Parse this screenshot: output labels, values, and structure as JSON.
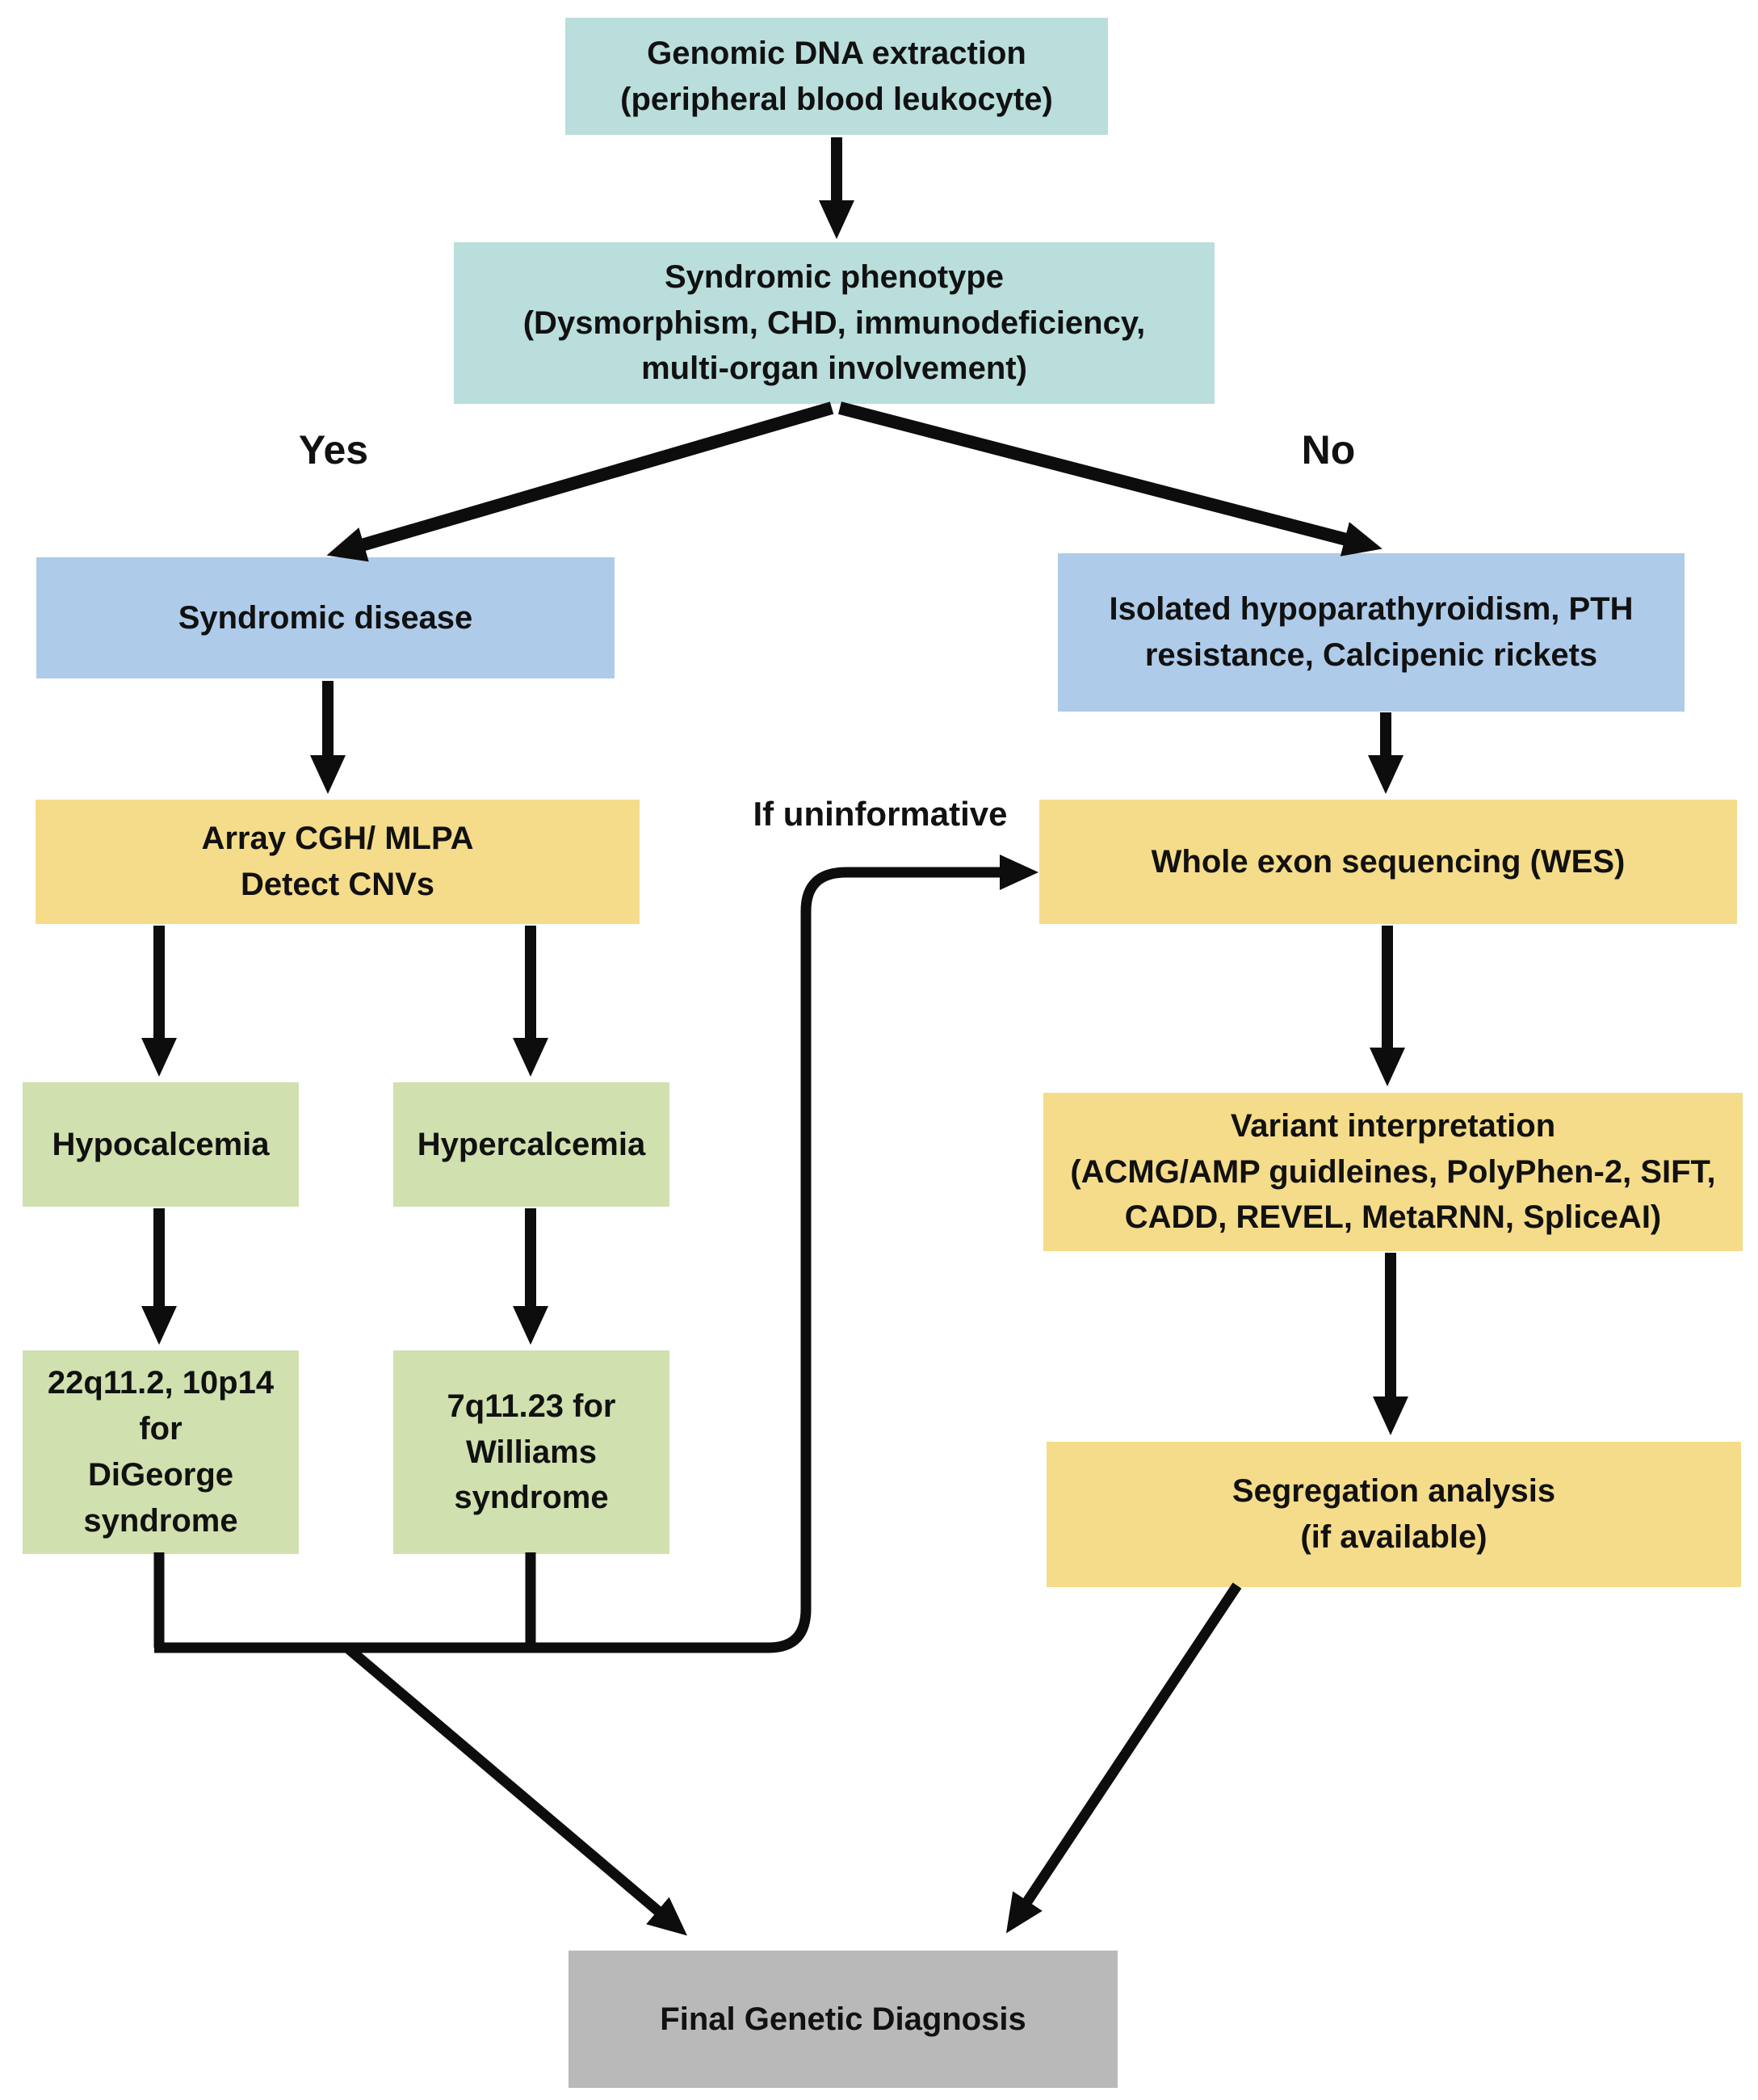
{
  "palette": {
    "teal": "#b9dedc",
    "blue": "#aecbe9",
    "yellow": "#f5dc8a",
    "green": "#d0e0ae",
    "gray": "#b9b9b9",
    "arrow": "#0d0d0d",
    "text": "#111111",
    "background": "#ffffff"
  },
  "nodes": {
    "genomic_dna": {
      "text": "Genomic DNA extraction\n(peripheral blood leukocyte)",
      "color": "teal"
    },
    "syndromic_phenotype": {
      "text": "Syndromic phenotype\n(Dysmorphism, CHD, immunodeficiency,\nmulti-organ involvement)",
      "color": "teal"
    },
    "syndromic_disease": {
      "text": "Syndromic disease",
      "color": "blue"
    },
    "isolated_hypoparathyroidism": {
      "text": "Isolated hypoparathyroidism, PTH\nresistance, Calcipenic rickets",
      "color": "blue"
    },
    "array_cgh": {
      "text": "Array CGH/ MLPA\nDetect CNVs",
      "color": "yellow"
    },
    "wes": {
      "text": "Whole exon sequencing (WES)",
      "color": "yellow"
    },
    "hypocalcemia": {
      "text": "Hypocalcemia",
      "color": "green"
    },
    "hypercalcemia": {
      "text": "Hypercalcemia",
      "color": "green"
    },
    "digeorge": {
      "text": "22q11.2, 10p14\nfor\nDiGeorge\nsyndrome",
      "color": "green"
    },
    "williams": {
      "text": "7q11.23 for\nWilliams\nsyndrome",
      "color": "green"
    },
    "variant_interpretation": {
      "text": "Variant interpretation\n(ACMG/AMP guidleines, PolyPhen-2, SIFT,\nCADD, REVEL, MetaRNN, SpliceAI)",
      "color": "yellow"
    },
    "segregation_analysis": {
      "text": "Segregation analysis\n(if available)",
      "color": "yellow"
    },
    "final_diagnosis": {
      "text": "Final Genetic Diagnosis",
      "color": "gray"
    }
  },
  "edge_labels": {
    "yes": "Yes",
    "no": "No",
    "if_uninformative": "If uninformative"
  }
}
